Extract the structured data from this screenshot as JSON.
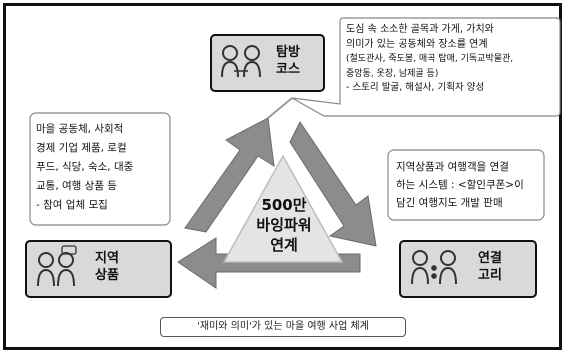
{
  "center": {
    "line1": "500만",
    "line2": "바잉파워",
    "line3": "연계"
  },
  "nodes": {
    "top": {
      "label_line1": "탐방",
      "label_line2": "코스",
      "icon": "people-icon"
    },
    "left": {
      "label_line1": "지역",
      "label_line2": "상품",
      "icon": "people-chat-icon"
    },
    "right": {
      "label_line1": "연결",
      "label_line2": "고리",
      "icon": "people-link-icon"
    }
  },
  "notes": {
    "top_right": [
      "도심 속 소소한 골목과 가게, 가치와",
      "의미가 있는 공동체와 장소를 연계",
      "(철도관사, 죽도봉, 매곡 탑매, 기독교박물관,",
      "중앙동, 옷장, 남제골 등)",
      "- 스토리 발굴, 해설사, 기획자 양성"
    ],
    "left": [
      "마을 공동체, 사회적",
      "경제 기업 제품, 로컬",
      "푸드, 식당, 숙소, 대중",
      "교통, 여행 상품 등",
      "- 참여 업체 모집"
    ],
    "right": [
      "지역상품과 여행객을 연결",
      "하는 시스템 : <할인쿠폰>이",
      "담긴 여행지도 개발 판매"
    ]
  },
  "caption": "'재미와 의미'가 있는 마을 여행 사업 체계",
  "colors": {
    "arrow_fill": "#8c8c8c",
    "arrow_dark": "#5f5f5f",
    "triangle_fill": "#e4e4e4",
    "node_fill": "#d9d9d9",
    "node_border": "#111111"
  }
}
